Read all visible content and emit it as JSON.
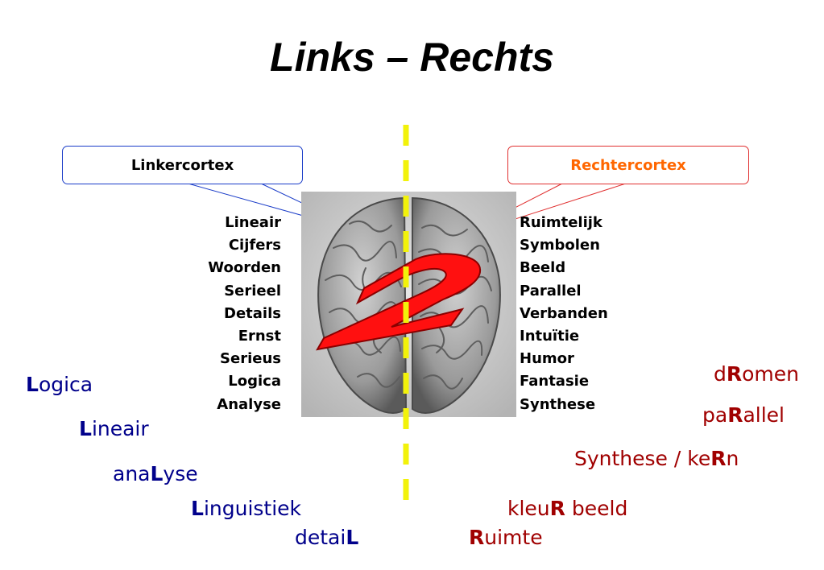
{
  "title": "Links – Rechts",
  "callouts": {
    "left": "Linkercortex",
    "right": "Rechtercortex"
  },
  "colors": {
    "left_border": "#1a3cc8",
    "right_border": "#e03030",
    "right_label": "#ff6600",
    "divider": "#f2f20a",
    "blue_words": "#00008b",
    "red_words": "#a00000",
    "numeral_fill": "#ff1010"
  },
  "numeral": "2",
  "left_traits": [
    "Lineair",
    "Cijfers",
    "Woorden",
    "Serieel",
    "Details",
    "Ernst",
    "Serieus",
    "Logica",
    "Analyse"
  ],
  "right_traits": [
    "Ruimtelijk",
    "Symbolen",
    "Beeld",
    "Parallel",
    "Verbanden",
    "Intuïtie",
    "Humor",
    "Fantasie",
    "Synthese"
  ],
  "left_words": [
    {
      "pre": "",
      "key": "L",
      "post": "ogica"
    },
    {
      "pre": "",
      "key": "L",
      "post": "ineair"
    },
    {
      "pre": "ana",
      "key": "L",
      "post": "yse"
    },
    {
      "pre": "",
      "key": "L",
      "post": "inguistiek"
    },
    {
      "pre": "detai",
      "key": "L",
      "post": ""
    }
  ],
  "right_words": [
    {
      "pre": "d",
      "key": "R",
      "post": "omen"
    },
    {
      "pre": "pa",
      "key": "R",
      "post": "allel"
    },
    {
      "pre": "Synthese / ke",
      "key": "R",
      "post": "n"
    },
    {
      "pre": "kleu",
      "key": "R",
      "post": " beeld"
    },
    {
      "pre": "",
      "key": "R",
      "post": "uimte"
    }
  ]
}
